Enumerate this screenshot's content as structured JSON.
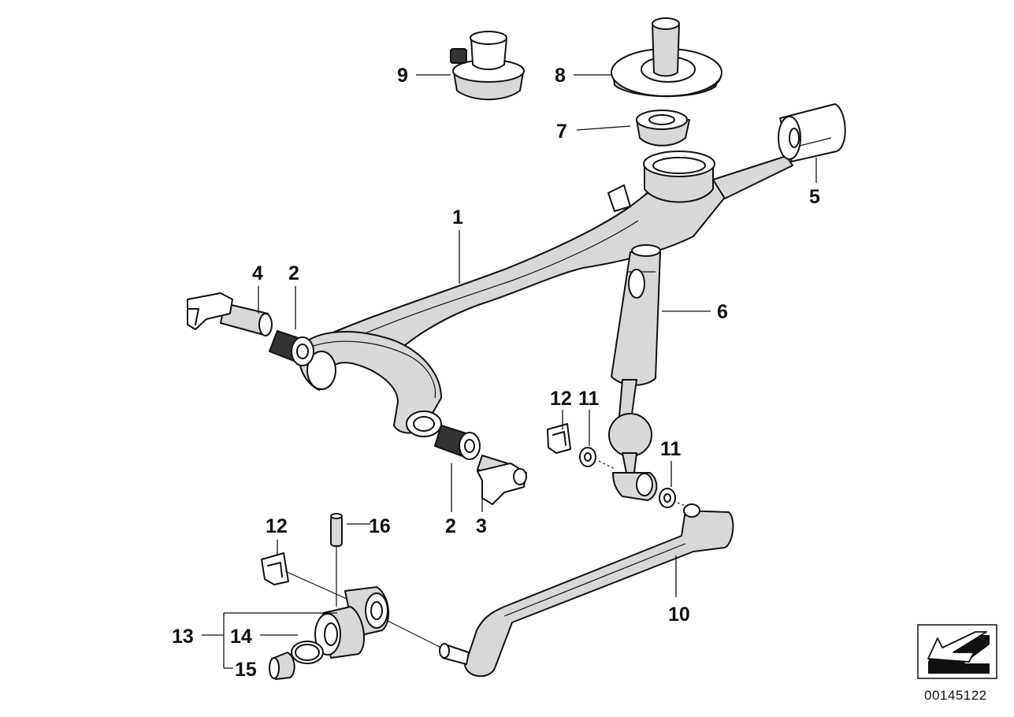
{
  "diagram": {
    "labels": {
      "l1": "1",
      "l2a": "2",
      "l2b": "2",
      "l3": "3",
      "l4": "4",
      "l5": "5",
      "l6": "6",
      "l7": "7",
      "l8": "8",
      "l9": "9",
      "l10": "10",
      "l11a": "11",
      "l11b": "11",
      "l12a": "12",
      "l12b": "12",
      "l13": "13",
      "l14": "14",
      "l15": "15",
      "l16": "16"
    },
    "reference_number": "00145122"
  }
}
